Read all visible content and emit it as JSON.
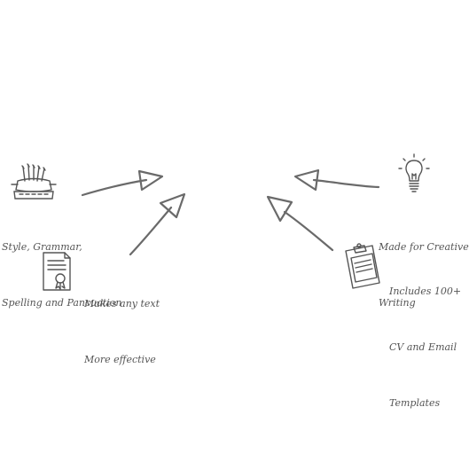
{
  "features": {
    "style_grammar": {
      "lines": [
        "Style, Grammar,",
        "Spelling and Pancuation"
      ],
      "icon": "typewriter-icon"
    },
    "makes_effective": {
      "lines": [
        "Makes any text",
        "More effective"
      ],
      "icon": "certificate-icon"
    },
    "creative": {
      "lines": [
        "Made for Creative",
        "Writing"
      ],
      "icon": "lightbulb-icon"
    },
    "templates": {
      "lines": [
        "Includes 100+",
        "CV and Email",
        "Templates"
      ],
      "icon": "clipboard-icon"
    }
  },
  "colors": {
    "ink": "#555555",
    "arrow": "#6a6a6a",
    "background": "#ffffff"
  }
}
